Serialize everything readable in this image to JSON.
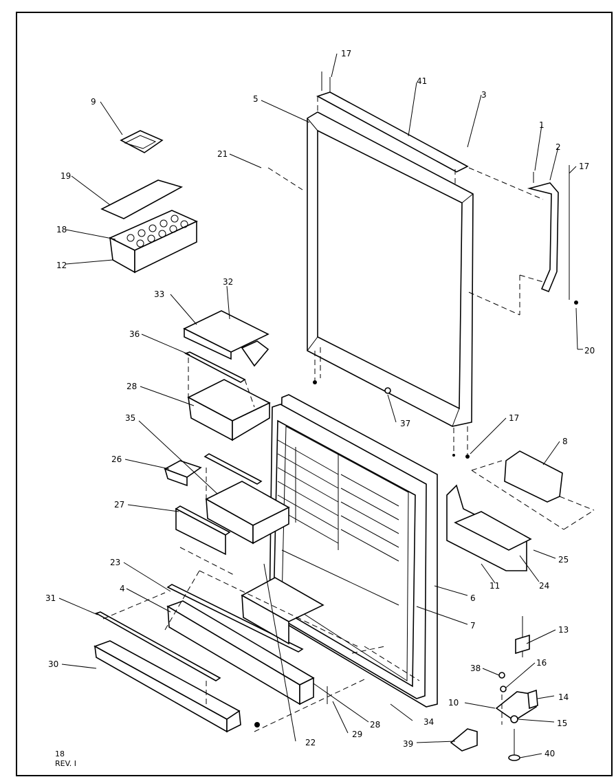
{
  "sheet": {
    "page_number": "18",
    "revision": "REV. I"
  },
  "callouts": {
    "c1": "1",
    "c2": "2",
    "c3": "3",
    "c4": "4",
    "c5": "5",
    "c6": "6",
    "c7": "7",
    "c8": "8",
    "c9": "9",
    "c10": "10",
    "c11": "11",
    "c12": "12",
    "c13": "13",
    "c14": "14",
    "c15": "15",
    "c16": "16",
    "c17a": "17",
    "c17b": "17",
    "c17c": "17",
    "c18": "18",
    "c19": "19",
    "c20": "20",
    "c21": "21",
    "c22": "22",
    "c23": "23",
    "c24": "24",
    "c25": "25",
    "c26": "26",
    "c27": "27",
    "c28a": "28",
    "c28b": "28",
    "c29": "29",
    "c30": "30",
    "c31": "31",
    "c32": "32",
    "c33": "33",
    "c34": "34",
    "c35": "35",
    "c36": "36",
    "c37": "37",
    "c38": "38",
    "c39": "39",
    "c40": "40",
    "c41": "41"
  }
}
